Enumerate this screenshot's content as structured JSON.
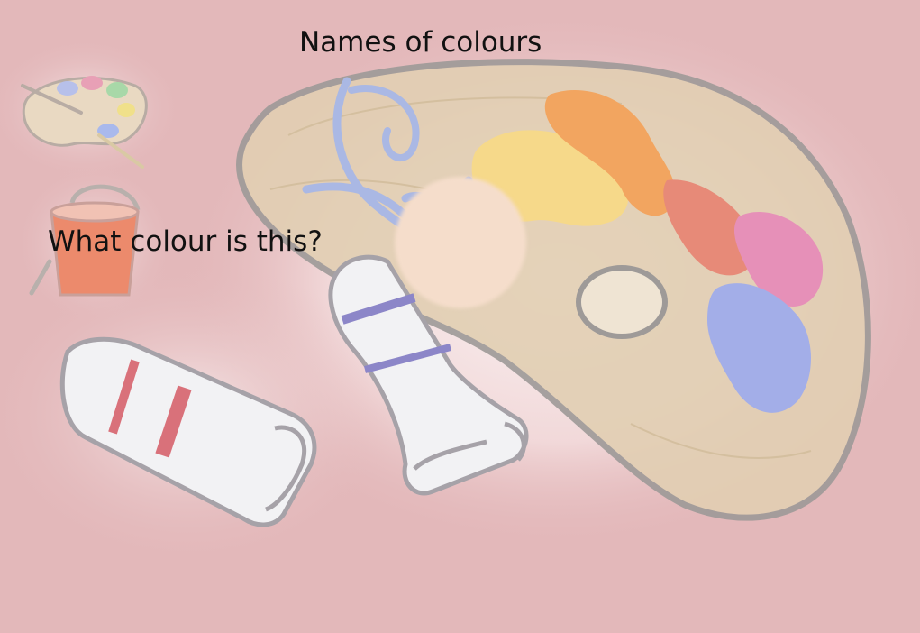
{
  "slide": {
    "title": "Names of colours",
    "question": "What colour is this?"
  },
  "colors": {
    "background": "#e3b8ba",
    "swatch": "#f5ddcb",
    "palette_wood": "#e2cfb3",
    "paint_yellow": "#f6d98a",
    "paint_orange": "#f2a560",
    "paint_red": "#e78a78",
    "paint_pink": "#e690b8",
    "paint_blue": "#a3aee8",
    "paint_swirl": "#aab8e4",
    "tube_red": "#d9717a",
    "tube_purple": "#8c86c8"
  },
  "icons": {
    "small_palette": "palette-icon",
    "paint_bucket": "paint-bucket-icon",
    "large_palette": "palette-illustration",
    "tube_left": "paint-tube-icon",
    "tube_right": "paint-tube-icon"
  }
}
